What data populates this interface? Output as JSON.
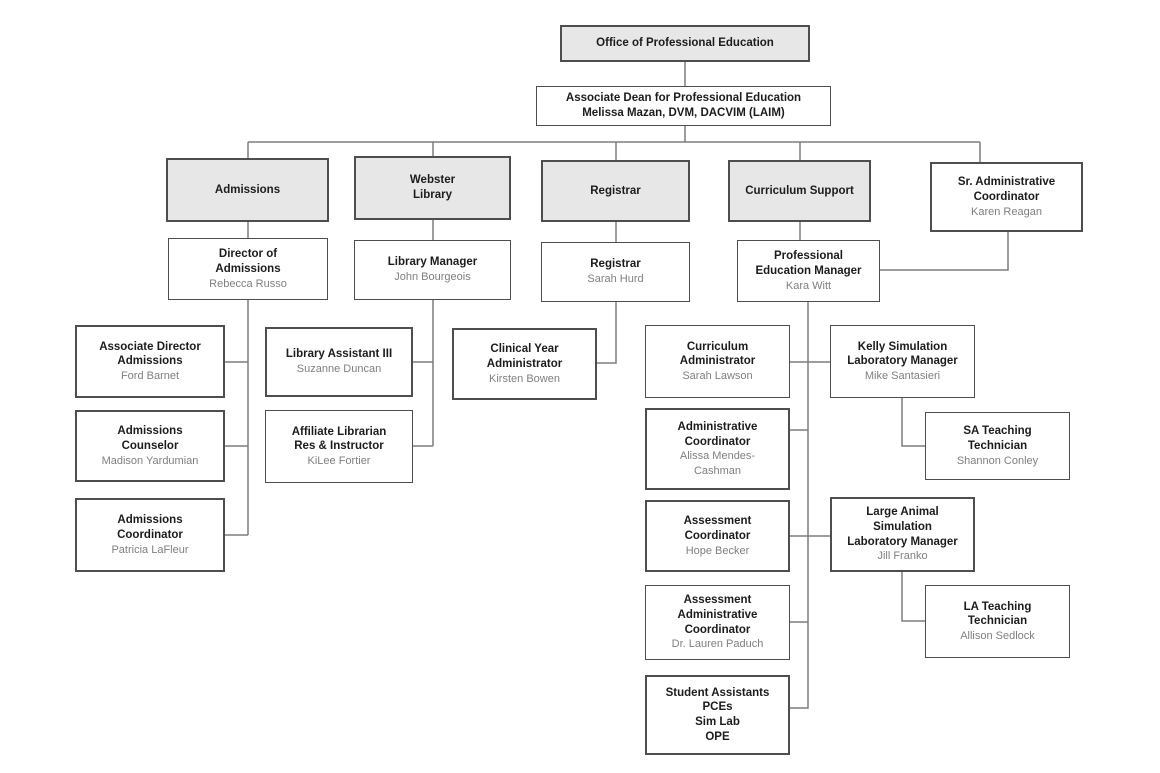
{
  "colors": {
    "box_fill_gray": "#e7e7e7",
    "box_border": "#4e4e4e",
    "connector_line": "#7d7d7d",
    "title_text": "#1c1c1c",
    "name_text": "#7f7f7f",
    "background": "#ffffff"
  },
  "nodes": {
    "ope": {
      "title": "Office of Professional Education"
    },
    "dean": {
      "title": "Associate Dean for Professional Education",
      "name": "Melissa Mazan, DVM, DACVIM (LAIM)"
    },
    "admissions": {
      "title": "Admissions"
    },
    "library": {
      "title": "Webster\nLibrary"
    },
    "registrar_dept": {
      "title": "Registrar"
    },
    "curriculum": {
      "title": "Curriculum Support"
    },
    "sr_admin": {
      "title": "Sr. Administrative\nCoordinator",
      "name": "Karen Reagan"
    },
    "dir_admissions": {
      "title": "Director of\nAdmissions",
      "name": "Rebecca Russo"
    },
    "lib_mgr": {
      "title": "Library Manager",
      "name": "John Bourgeois"
    },
    "registrar_role": {
      "title": "Registrar",
      "name": "Sarah Hurd"
    },
    "pem": {
      "title": "Professional\nEducation Manager",
      "name": "Kara Witt"
    },
    "assoc_dir": {
      "title": "Associate Director\nAdmissions",
      "name": "Ford Barnet"
    },
    "adm_counselor": {
      "title": "Admissions\nCounselor",
      "name": "Madison Yardumian"
    },
    "adm_coord": {
      "title": "Admissions\nCoordinator",
      "name": "Patricia LaFleur"
    },
    "lib_asst": {
      "title": "Library Assistant III",
      "name": "Suzanne Duncan"
    },
    "affiliate_lib": {
      "title": "Affiliate Librarian\nRes & Instructor",
      "name": "KiLee Fortier"
    },
    "clinical_year": {
      "title": "Clinical Year\nAdministrator",
      "name": "Kirsten Bowen"
    },
    "curriculum_admin": {
      "title": "Curriculum\nAdministrator",
      "name": "Sarah Lawson"
    },
    "admin_coord": {
      "title": "Administrative\nCoordinator",
      "name": "Alissa Mendes-\nCashman"
    },
    "assess_coord": {
      "title": "Assessment\nCoordinator",
      "name": "Hope Becker"
    },
    "assess_admin": {
      "title": "Assessment\nAdministrative\nCoordinator",
      "name": "Dr. Lauren Paduch"
    },
    "student_asst": {
      "title": "Student Assistants\nPCEs\nSim Lab\nOPE"
    },
    "kelly_sim": {
      "title": "Kelly Simulation\nLaboratory Manager",
      "name": "Mike Santasieri"
    },
    "sa_tech": {
      "title": "SA Teaching\nTechnician",
      "name": "Shannon Conley"
    },
    "la_sim": {
      "title": "Large Animal\nSimulation\nLaboratory Manager",
      "name": "Jill Franko"
    },
    "la_tech": {
      "title": "LA Teaching\nTechnician",
      "name": "Allison Sedlock"
    }
  }
}
